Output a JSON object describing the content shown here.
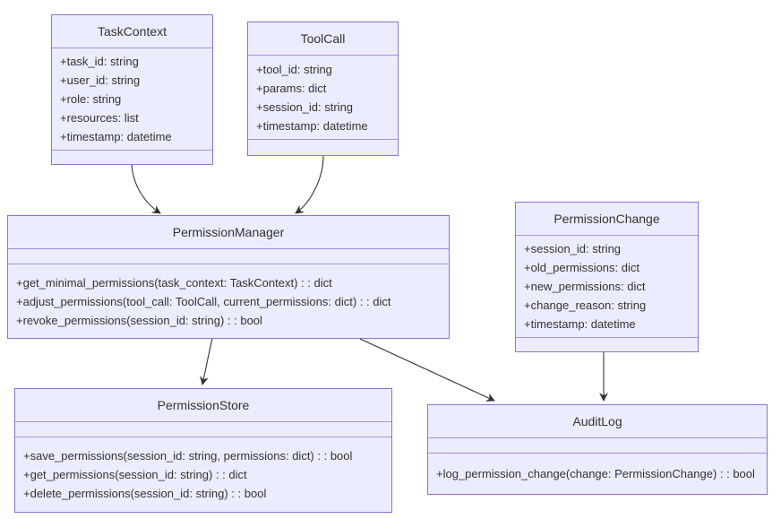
{
  "diagram_type": "uml-class-diagram",
  "classes": {
    "taskContext": {
      "title": "TaskContext",
      "attributes": [
        "+task_id: string",
        "+user_id: string",
        "+role: string",
        "+resources: list",
        "+timestamp: datetime"
      ],
      "methods": []
    },
    "toolCall": {
      "title": "ToolCall",
      "attributes": [
        "+tool_id: string",
        "+params: dict",
        "+session_id: string",
        "+timestamp: datetime"
      ],
      "methods": []
    },
    "permissionManager": {
      "title": "PermissionManager",
      "attributes": [],
      "methods": [
        "+get_minimal_permissions(task_context: TaskContext) : : dict",
        "+adjust_permissions(tool_call: ToolCall, current_permissions: dict) : : dict",
        "+revoke_permissions(session_id: string) : : bool"
      ]
    },
    "permissionChange": {
      "title": "PermissionChange",
      "attributes": [
        "+session_id: string",
        "+old_permissions: dict",
        "+new_permissions: dict",
        "+change_reason: string",
        "+timestamp: datetime"
      ],
      "methods": []
    },
    "permissionStore": {
      "title": "PermissionStore",
      "attributes": [],
      "methods": [
        "+save_permissions(session_id: string, permissions: dict) : : bool",
        "+get_permissions(session_id: string) : : dict",
        "+delete_permissions(session_id: string) : : bool"
      ]
    },
    "auditLog": {
      "title": "AuditLog",
      "attributes": [],
      "methods": [
        "+log_permission_change(change: PermissionChange) : : bool"
      ]
    }
  },
  "relations": [
    {
      "from": "TaskContext",
      "to": "PermissionManager",
      "style": "solid-arrow"
    },
    {
      "from": "ToolCall",
      "to": "PermissionManager",
      "style": "solid-arrow"
    },
    {
      "from": "PermissionManager",
      "to": "PermissionStore",
      "style": "solid-arrow"
    },
    {
      "from": "PermissionManager",
      "to": "AuditLog",
      "style": "solid-arrow"
    },
    {
      "from": "PermissionChange",
      "to": "AuditLog",
      "style": "solid-arrow"
    }
  ],
  "colors": {
    "node_fill": "#ECECFF",
    "node_border": "#9370DB",
    "divider": "#a98fdb",
    "edge": "#333333",
    "text": "#333333",
    "background": "#ffffff"
  }
}
